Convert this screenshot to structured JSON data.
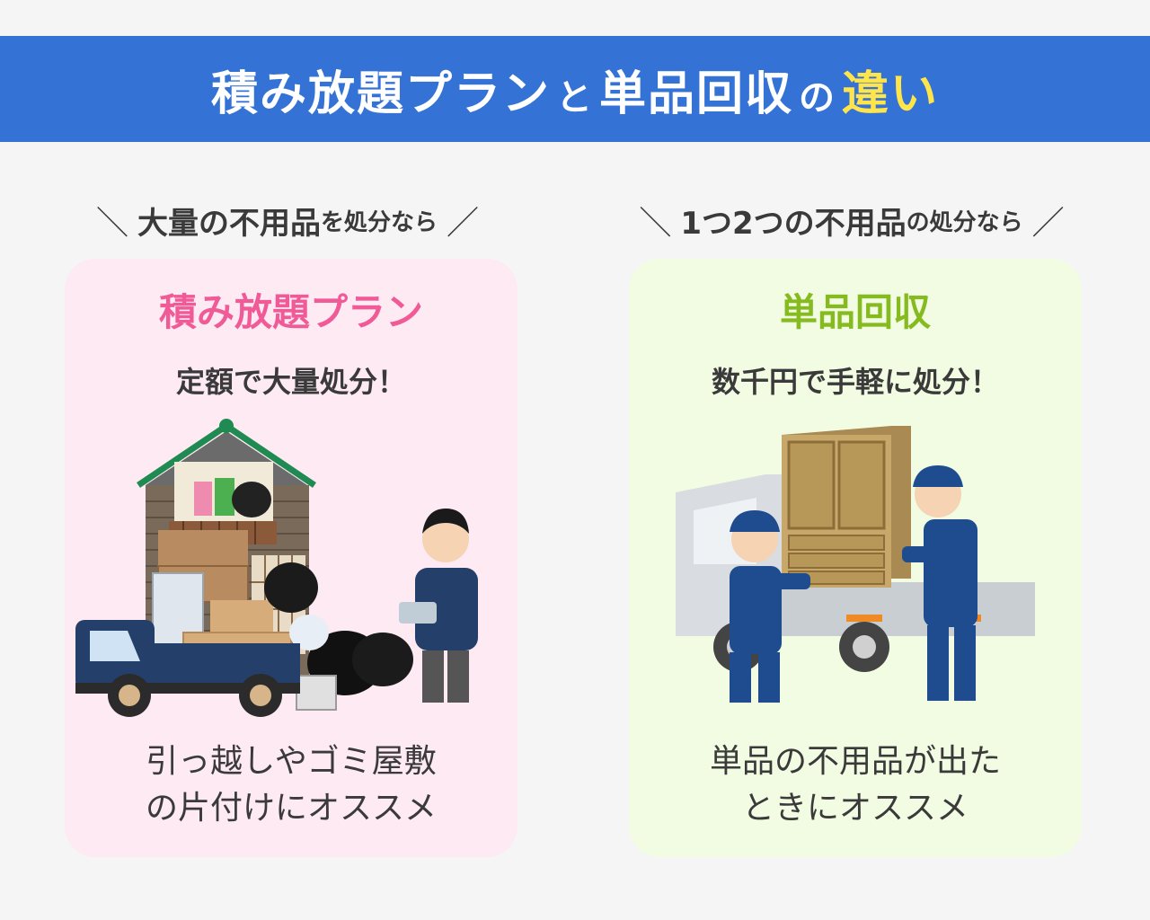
{
  "header": {
    "title_part1": "積み放題プラン",
    "title_particle1": "と",
    "title_part2": "単品回収",
    "title_particle2": "の",
    "title_highlight": "違い"
  },
  "left": {
    "tagline_main": "大量の不用品",
    "tagline_small": "を処分なら",
    "title": "積み放題プラン",
    "subtitle": "定額で大量処分！",
    "desc_line1": "引っ越しやゴミ屋敷",
    "desc_line2": "の片付けにオススメ"
  },
  "right": {
    "tagline_main": "1つ2つの不用品",
    "tagline_small": "の処分なら",
    "title": "単品回収",
    "subtitle": "数千円で手軽に処分！",
    "desc_line1": "単品の不用品が出た",
    "desc_line2": "ときにオススメ"
  },
  "colors": {
    "banner": "#3472d6",
    "highlight": "#ffe54a",
    "left_card": "#fdeaf2",
    "left_title": "#f05a97",
    "right_card": "#f2fce2",
    "right_title": "#86bb1f"
  }
}
